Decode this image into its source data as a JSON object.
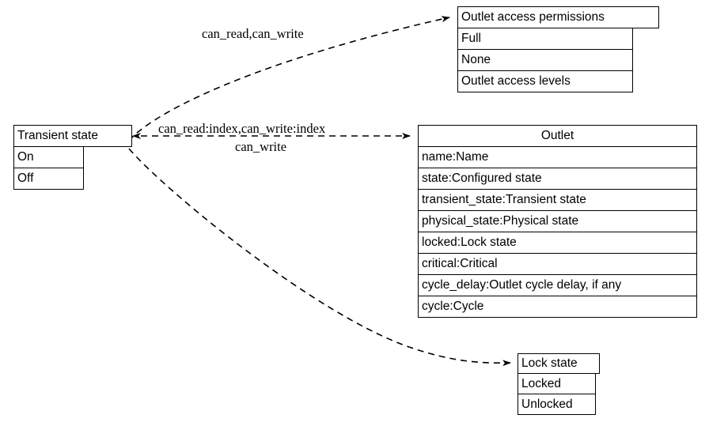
{
  "diagram": {
    "type": "uml-class-diagram",
    "background": "#ffffff",
    "line_color": "#000000",
    "nodes": [
      {
        "id": "transient_state",
        "title": "Transient state",
        "rows": [
          "On",
          "Off"
        ]
      },
      {
        "id": "outlet_access_permissions",
        "title": "Outlet access permissions",
        "rows": [
          "Full",
          "None",
          "Outlet access levels"
        ]
      },
      {
        "id": "outlet",
        "title": "Outlet",
        "rows": [
          "name:Name",
          "state:Configured state",
          "transient_state:Transient state",
          "physical_state:Physical state",
          "locked:Lock state",
          "critical:Critical",
          "cycle_delay:Outlet cycle delay, if any",
          "cycle:Cycle"
        ]
      },
      {
        "id": "lock_state",
        "title": "Lock state",
        "rows": [
          "Locked",
          "Unlocked"
        ]
      }
    ],
    "edges": [
      {
        "id": "edge-transient-to-permissions",
        "from": "transient_state",
        "to": "outlet_access_permissions",
        "style": "dashed",
        "label": "can_read,can_write"
      },
      {
        "id": "edge-transient-outlet-1",
        "from": "transient_state",
        "to": "outlet",
        "style": "dashed",
        "label": "can_read:index,can_write:index"
      },
      {
        "id": "edge-transient-outlet-2",
        "from": "outlet",
        "to": "transient_state",
        "style": "dashed",
        "label": "can_write"
      },
      {
        "id": "edge-transient-to-lock",
        "from": "transient_state",
        "to": "lock_state",
        "style": "dashed",
        "label": ""
      }
    ]
  }
}
